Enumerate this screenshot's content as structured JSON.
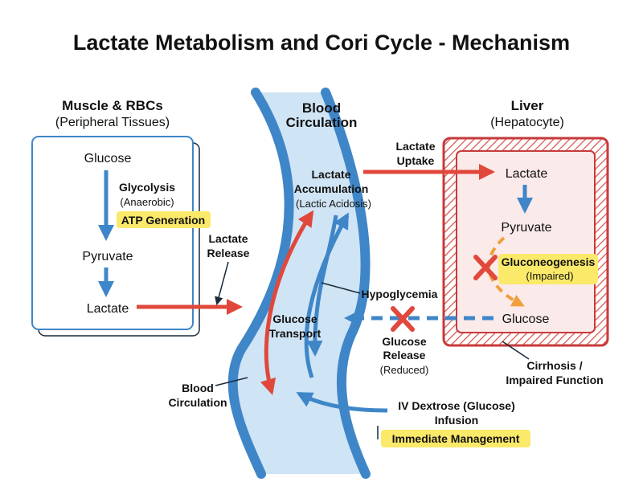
{
  "title": "Lactate Metabolism and Cori Cycle - Mechanism",
  "colors": {
    "blue": "#3f86c8",
    "blue_fill": "#cfe4f5",
    "red": "#e0483c",
    "liver_border": "#c73a3a",
    "liver_fill": "#fbeaea",
    "orange": "#f0a03a",
    "highlight": "#fbe96a",
    "ink": "#1a2a3a"
  },
  "muscle": {
    "title": "Muscle & RBCs",
    "subtitle": "(Peripheral Tissues)",
    "glucose": "Glucose",
    "glycolysis": "Glycolysis",
    "glycolysis_note": "(Anaerobic)",
    "atp": "ATP Generation",
    "pyruvate": "Pyruvate",
    "lactate": "Lactate"
  },
  "blood": {
    "title_line1": "Blood",
    "title_line2": "Circulation",
    "accumulation_line1": "Lactate",
    "accumulation_line2": "Accumulation",
    "accumulation_note": "(Lactic Acidosis)",
    "glucose_transport_line1": "Glucose",
    "glucose_transport_line2": "Transport",
    "bottom_label_line1": "Blood",
    "bottom_label_line2": "Circulation"
  },
  "liver": {
    "title": "Liver",
    "subtitle": "(Hepatocyte)",
    "lactate": "Lactate",
    "pyruvate": "Pyruvate",
    "gluconeogenesis": "Gluconeogenesis",
    "gluconeogenesis_note": "(Impaired)",
    "glucose": "Glucose",
    "cirrhosis_line1": "Cirrhosis /",
    "cirrhosis_line2": "Impaired Function"
  },
  "flows": {
    "lactate_release_line1": "Lactate",
    "lactate_release_line2": "Release",
    "lactate_uptake_line1": "Lactate",
    "lactate_uptake_line2": "Uptake",
    "hypoglycemia": "Hypoglycemia",
    "glucose_release_line1": "Glucose",
    "glucose_release_line2": "Release",
    "glucose_release_note": "(Reduced)",
    "iv_line1": "IV Dextrose (Glucose)",
    "iv_line2": "Infusion",
    "management": "Immediate Management"
  }
}
